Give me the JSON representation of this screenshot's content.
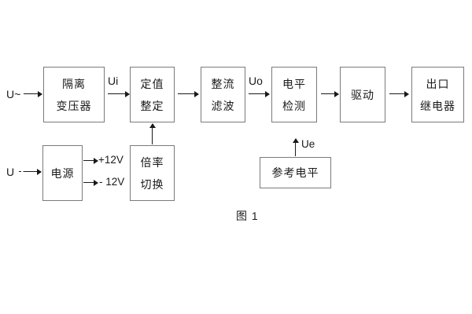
{
  "figure": {
    "caption": "图 1",
    "background_color": "#ffffff",
    "block_border_color": "#7a7a7a",
    "line_color": "#1a1a1a"
  },
  "inputs": {
    "ac_input_label": "U~",
    "dc_input_label": "U"
  },
  "signals": {
    "ui": "Ui",
    "uo": "Uo",
    "ue": "Ue",
    "pos_supply": "+12V",
    "neg_supply": "- 12V"
  },
  "blocks": {
    "isolation_transformer": {
      "line1": "隔离",
      "line2": "变压器"
    },
    "setting_adjust": {
      "line1": "定值",
      "line2": "整定"
    },
    "rectify_filter": {
      "line1": "整流",
      "line2": "滤波"
    },
    "level_detect": {
      "line1": "电平",
      "line2": "检测"
    },
    "drive": {
      "line1": "驱动"
    },
    "output_relay": {
      "line1": "出口",
      "line2": "继电器"
    },
    "power_supply": {
      "line1": "电源"
    },
    "ratio_switch": {
      "line1": "倍率",
      "line2": "切换"
    },
    "reference_level": {
      "line1": "参考电平"
    }
  }
}
